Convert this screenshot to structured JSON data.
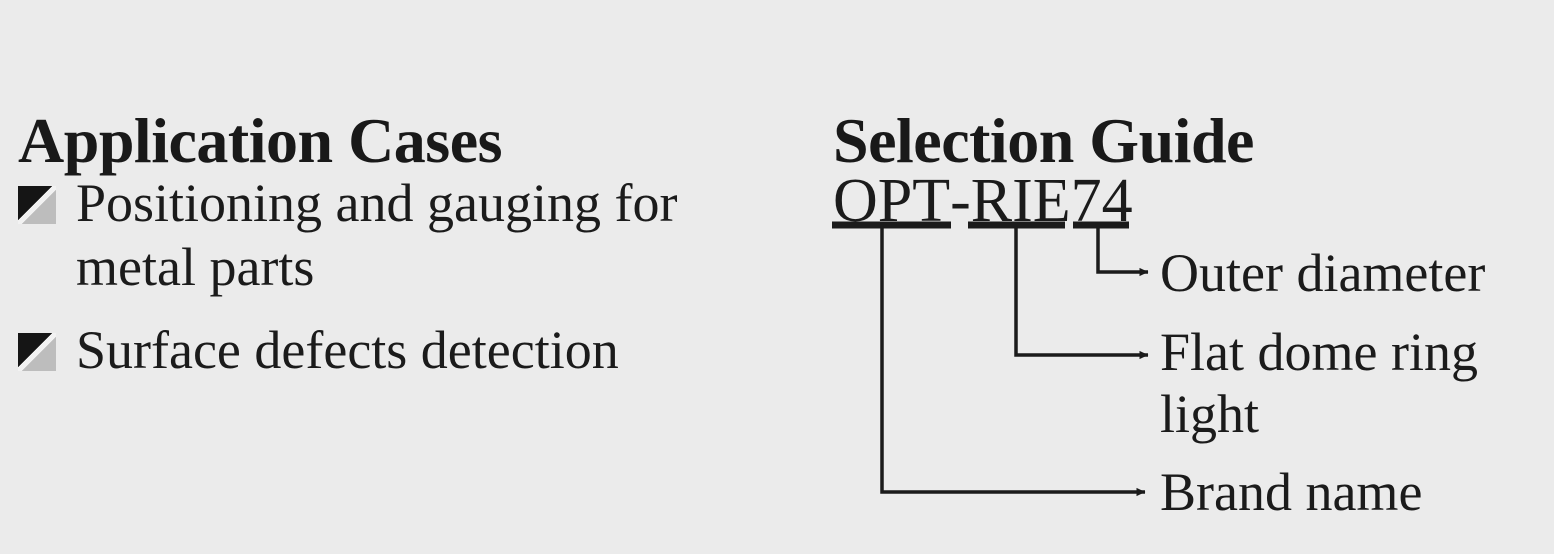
{
  "background_color": "#ebebeb",
  "text_color": "#1b1b1b",
  "left_panel": {
    "heading": "Application Cases",
    "bullet_marker_icon": "half-diagonal-square-bullet",
    "bullets": [
      {
        "text": "Positioning and gauging for metal parts"
      },
      {
        "text": "Surface defects detection"
      }
    ]
  },
  "right_panel": {
    "heading": "Selection Guide",
    "part_number": {
      "full": "OPT-RIE74",
      "segments": [
        {
          "key": "brand",
          "text": "OPT",
          "underlined": true
        },
        {
          "key": "hyphen",
          "text": "-",
          "underlined": false
        },
        {
          "key": "series",
          "text": "RIE",
          "underlined": true
        },
        {
          "key": "size",
          "text": "74",
          "underlined": true
        }
      ]
    },
    "leader_labels": [
      {
        "key": "size",
        "text": "Outer diameter"
      },
      {
        "key": "series",
        "text": "Flat dome ring light"
      },
      {
        "key": "brand",
        "text": "Brand name"
      }
    ]
  }
}
